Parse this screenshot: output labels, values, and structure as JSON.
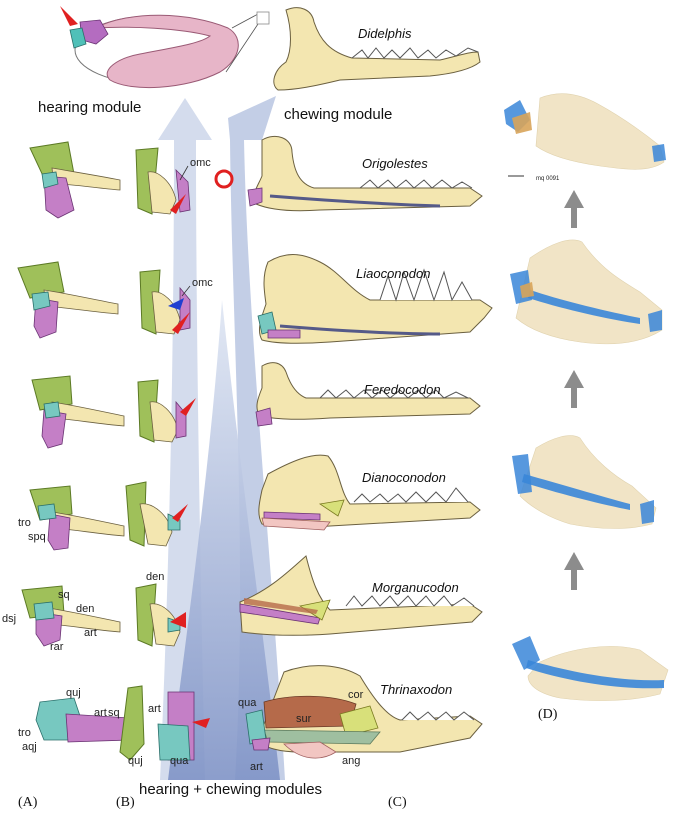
{
  "modules": {
    "hearing": "hearing module",
    "chewing": "chewing module",
    "combined": "hearing + chewing modules"
  },
  "panels": [
    "(A)",
    "(B)",
    "(C)",
    "(D)"
  ],
  "taxa": [
    "Didelphis",
    "Origolestes",
    "Liaoconodon",
    "Feredocodon",
    "Dianoconodon",
    "Morganucodon",
    "Thrinaxodon"
  ],
  "labels": {
    "omc": "omc",
    "tro": "tro",
    "spq": "spq",
    "sq": "sq",
    "den": "den",
    "dsj": "dsj",
    "art": "art",
    "rar": "rar",
    "quj": "quj",
    "aqj": "aqj",
    "qua": "qua",
    "sur": "sur",
    "cor": "cor",
    "ang": "ang",
    "scale_note": "mq 0091"
  },
  "colors": {
    "dentary": "#f3e6b0",
    "articular": "#c47fc6",
    "squamosal": "#9fc05a",
    "quadrate": "#77c8c0",
    "surangular": "#b56a4a",
    "coronoid": "#d8e07a",
    "angular": "#f2c6c2",
    "pointer": "#e02020",
    "pointer_blue": "#1f3fd0",
    "ct_blue": "#3a86d8",
    "ct_body": "#f1e4c6",
    "arrow_gray": "#8c8c8c",
    "flow_light": "#c8d3e8",
    "flow_dark": "#8ea2cf"
  }
}
